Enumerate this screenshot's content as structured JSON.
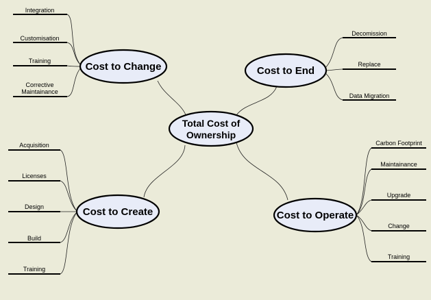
{
  "center": {
    "line1": "Total Cost of",
    "line2": "Ownership"
  },
  "hubs": {
    "change": {
      "label": "Cost to Change",
      "items": [
        "Integration",
        "Customisation",
        "Training",
        "Corrective",
        "Maintainance"
      ]
    },
    "end": {
      "label": "Cost to End",
      "items": [
        "Decomission",
        "Replace",
        "Data Migration"
      ]
    },
    "create": {
      "label": "Cost to Create",
      "items": [
        "Acquisition",
        "Licenses",
        "Design",
        "Build",
        "Training"
      ]
    },
    "operate": {
      "label": "Cost to Operate",
      "items": [
        "Carbon Footprint",
        "Maintainance",
        "Upgrade",
        "Change",
        "Training"
      ]
    }
  },
  "colors": {
    "background": "#ebebd9",
    "node_fill": "#e8ecf8",
    "stroke": "#000000"
  }
}
